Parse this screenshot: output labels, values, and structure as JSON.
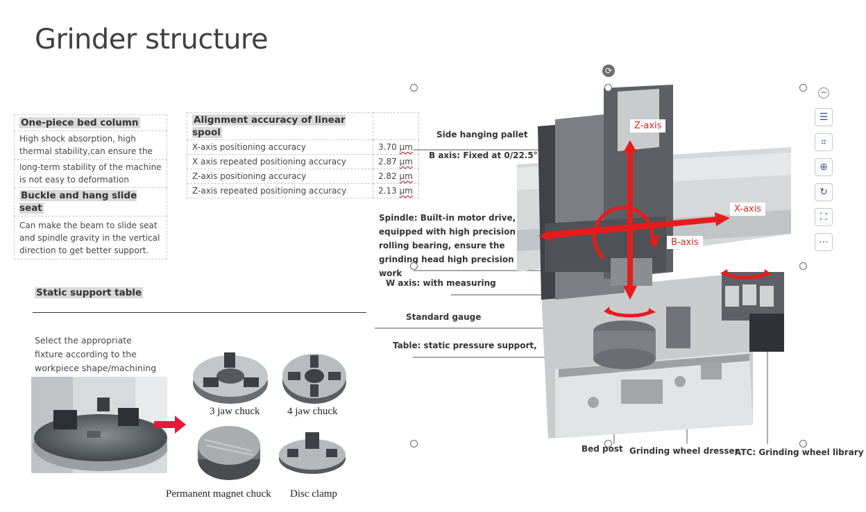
{
  "title": "Grinder structure",
  "left_table": {
    "rows": [
      {
        "type": "header",
        "text": "One-piece bed column"
      },
      {
        "type": "text",
        "text": "High shock absorption, high thermal stability,can ensure the"
      },
      {
        "type": "text",
        "text": "long-term stability of the machine is not easy to deformation"
      },
      {
        "type": "header",
        "text": "Buckle and hang slide seat"
      },
      {
        "type": "text",
        "text": "Can make the beam to slide seat and spindle gravity in the vertical direction to get better support."
      }
    ]
  },
  "alignment_table": {
    "header": "Alignment accuracy of linear spool",
    "rows": [
      {
        "label": "X-axis positioning accuracy",
        "value": "3.70",
        "unit": "μm"
      },
      {
        "label": "X axis repeated positioning accuracy",
        "value": "2.87",
        "unit": "μm"
      },
      {
        "label": "Z-axis positioning accuracy",
        "value": "2.82",
        "unit": "μm"
      },
      {
        "label": "Z-axis repeated positioning accuracy",
        "value": "2.13",
        "unit": "μm"
      }
    ]
  },
  "static_support": {
    "title": "Static support table",
    "description": "Select the appropriate fixture according to the workpiece shape/machining form",
    "fixtures": [
      "3 jaw chuck",
      "4 jaw chuck",
      "Permanent magnet chuck",
      "Disc clamp"
    ]
  },
  "machine_labels": {
    "side_hanging_pallet": "Side hanging pallet",
    "b_axis_fixed": "B axis: Fixed at 0/22.5°",
    "spindle": "Spindle: Built-in motor drive, equipped with high precision rolling bearing, ensure the grinding head high precision work",
    "w_axis": "W axis: with measuring",
    "standard_gauge": "Standard gauge",
    "table": "Table: static pressure support,",
    "bed_post": "Bed post",
    "dresser": "Grinding wheel dresser",
    "atc": "ATC: Grinding wheel library"
  },
  "axes": {
    "z": "Z-axis",
    "x": "X-axis",
    "b": "B-axis"
  },
  "colors": {
    "accent_red": "#e02020",
    "header_bg": "#d9d9d9",
    "tool_icon": "#2b5797"
  },
  "toolbar_icons": [
    "collapse-icon",
    "wrap-text-icon",
    "crop-icon",
    "zoom-in-icon",
    "rotate-icon",
    "select-area-icon",
    "more-icon"
  ]
}
